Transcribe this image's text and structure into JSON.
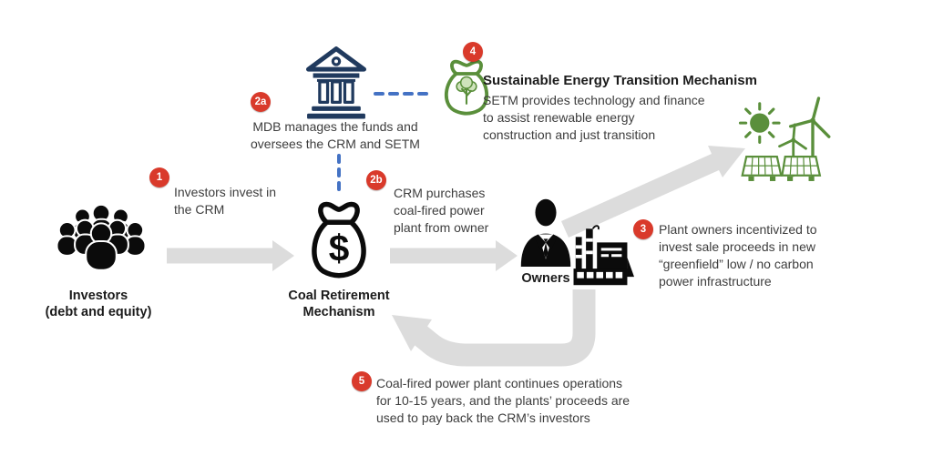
{
  "badges": {
    "step1": "1",
    "step2a": "2a",
    "step2b": "2b",
    "step3": "3",
    "step4": "4",
    "step5": "5"
  },
  "nodes": {
    "investors": {
      "label": "Investors\n(debt and equity)"
    },
    "crm": {
      "label": "Coal Retirement\nMechanism",
      "currency": "$"
    },
    "owners": {
      "label": "Owners"
    },
    "mdb": {
      "caption": "MDB manages the funds and\noversees the CRM and SETM"
    },
    "setm": {
      "title": "Sustainable Energy Transition Mechanism",
      "description": "SETM provides technology and finance\nto assist renewable energy\nconstruction and just transition"
    }
  },
  "steps": {
    "step1": "Investors invest in\nthe CRM",
    "step2b": "CRM purchases\ncoal-fired power\nplant from owner",
    "step3": "Plant owners incentivized to\ninvest sale proceeds in new\n“greenfield” low / no carbon\npower infrastructure",
    "step5": "Coal-fired power plant continues operations\nfor 10-15 years, and the plants’ proceeds are\nused to pay back the CRM’s investors"
  },
  "icons": {
    "crowd": "investors-crowd-icon",
    "bank": "mdb-bank-icon",
    "money_bag": "crm-money-bag-icon",
    "green_money_bag": "setm-green-money-bag-icon",
    "businessman": "owner-businessman-icon",
    "factory": "coal-plant-factory-icon",
    "sun": "sun-icon",
    "wind_turbines": "wind-turbine-icon",
    "solar_panels": "solar-panel-icon"
  },
  "colors": {
    "badge_red": "#d93a2b",
    "bank_navy": "#203a5e",
    "dashed_blue": "#4472c4",
    "green": "#5a8f3b",
    "arrow_gray": "#dcdcdc",
    "text_gray": "#3d3d3d",
    "icon_black": "#0b0b0b"
  }
}
